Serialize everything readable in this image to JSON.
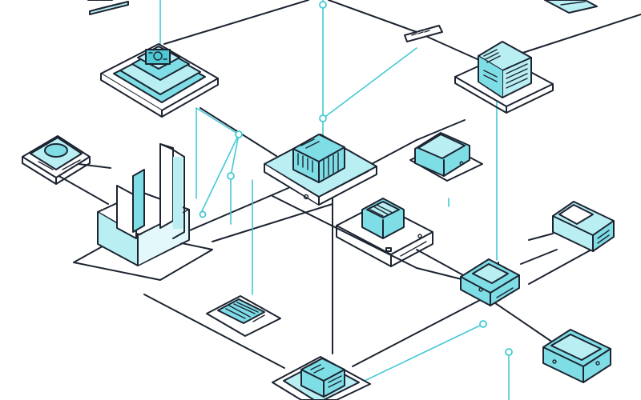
{
  "diagram": {
    "kind": "isometric network illustration",
    "text_labels": [],
    "colors": {
      "line": "#1c2431",
      "accent": "#45c9d6",
      "fill_light": "#b9eff3",
      "fill_medium": "#7fdde6",
      "fill_dark": "#4fc8d4",
      "background": "#ffffff"
    },
    "devices": [
      {
        "id": "server-top-left",
        "icon": "server-chip-icon"
      },
      {
        "id": "server-rack-top-right",
        "icon": "server-rack-icon"
      },
      {
        "id": "router-left",
        "icon": "router-icon"
      },
      {
        "id": "tower-building-left",
        "icon": "tower-icon"
      },
      {
        "id": "switch-center",
        "icon": "network-switch-icon"
      },
      {
        "id": "monitor-right",
        "icon": "monitor-icon"
      },
      {
        "id": "hub-center-right",
        "icon": "hub-icon"
      },
      {
        "id": "device-far-right",
        "icon": "modem-icon"
      },
      {
        "id": "node-right",
        "icon": "network-node-icon"
      },
      {
        "id": "terminal-bottom-left",
        "icon": "terminal-icon"
      },
      {
        "id": "device-bottom-right",
        "icon": "device-icon"
      },
      {
        "id": "server-bottom",
        "icon": "server-chip-icon"
      }
    ]
  }
}
